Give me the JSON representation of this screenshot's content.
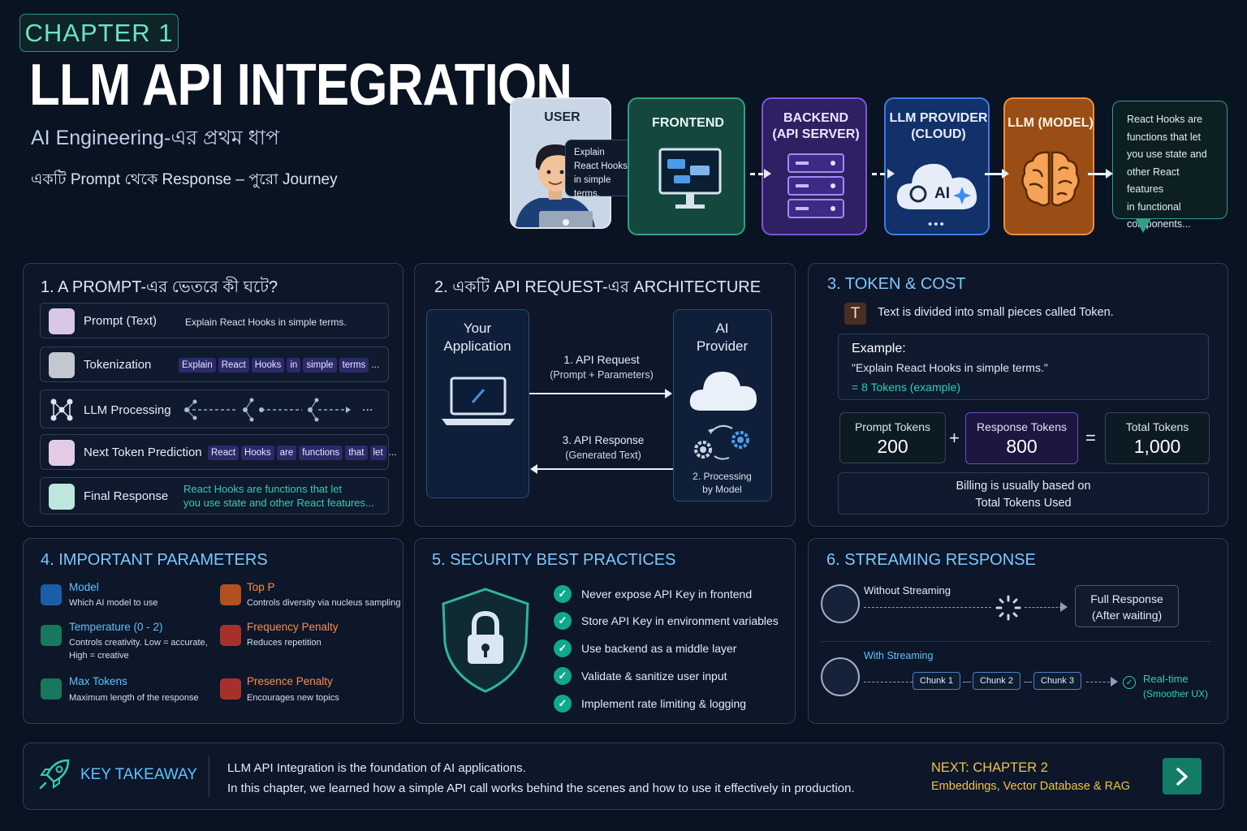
{
  "header": {
    "chapter": "CHAPTER 1",
    "title": "LLM API INTEGRATION",
    "subtitle": "AI Engineering-এর প্রথম ধাপ",
    "tagline": "একটি Prompt থেকে Response – পুরো Journey"
  },
  "flow": {
    "user_label": "USER",
    "user_bubble": [
      "Explain",
      "React Hooks",
      "in simple terms."
    ],
    "frontend_label": "FRONTEND",
    "backend_label": [
      "BACKEND",
      "(API SERVER)"
    ],
    "provider_label": [
      "LLM PROVIDER",
      "(CLOUD)"
    ],
    "provider_ai": "AI",
    "model_label": "LLM (MODEL)",
    "response_bubble": [
      "React Hooks are",
      "functions that let",
      "you use state and",
      "other React features",
      "in functional",
      "components..."
    ],
    "colors": {
      "frontend": "#1f8a6a",
      "backend": "#6b43c7",
      "provider": "#2f6bd0",
      "model": "#e07a2a"
    }
  },
  "panel1": {
    "title": "1.  A PROMPT-এর ভেতরে কী ঘটে?",
    "rows": [
      {
        "label": "Prompt (Text)",
        "text": "Explain React Hooks in simple terms."
      },
      {
        "label": "Tokenization",
        "chips": [
          "Explain",
          "React",
          "Hooks",
          "in",
          "simple",
          "terms",
          "..."
        ]
      },
      {
        "label": "LLM Processing",
        "more": "..."
      },
      {
        "label": "Next Token Prediction",
        "chips": [
          "React",
          "Hooks",
          "are",
          "functions",
          "that",
          "let",
          "..."
        ]
      },
      {
        "label": "Final Response",
        "text": [
          "React Hooks are functions that let",
          "you use state and other React features..."
        ]
      }
    ]
  },
  "panel2": {
    "title": "2. একটি API REQUEST-এর ARCHITECTURE",
    "app": [
      "Your",
      "Application"
    ],
    "provider": [
      "AI",
      "Provider"
    ],
    "request": [
      "1. API Request",
      "(Prompt + Parameters)"
    ],
    "response": [
      "3. API Response",
      "(Generated Text)"
    ],
    "processing": [
      "2. Processing",
      "by Model"
    ]
  },
  "panel3": {
    "title": "3. TOKEN & COST",
    "icon_letter": "T",
    "intro": "Text is divided into small pieces called Token.",
    "example_label": "Example:",
    "example_text": "\"Explain React Hooks in simple terms.\"",
    "example_result": "= 8 Tokens (example)",
    "prompt_tokens": {
      "label": "Prompt Tokens",
      "value": "200"
    },
    "plus": "+",
    "response_tokens": {
      "label": "Response Tokens",
      "value": "800"
    },
    "equals": "=",
    "total_tokens": {
      "label": "Total Tokens",
      "value": "1,000"
    },
    "billing": [
      "Billing is usually based on",
      "Total Tokens Used"
    ]
  },
  "panel4": {
    "title": "4. IMPORTANT PARAMETERS",
    "params": [
      {
        "name": "Model",
        "desc": "Which AI model to use"
      },
      {
        "name": "Top P",
        "desc": "Controls diversity via nucleus sampling"
      },
      {
        "name": "Temperature (0 - 2)",
        "desc": [
          "Controls creativity. Low = accurate,",
          "High = creative"
        ]
      },
      {
        "name": "Frequency Penalty",
        "desc": "Reduces repetition"
      },
      {
        "name": "Max Tokens",
        "desc": "Maximum length of the response"
      },
      {
        "name": "Presence Penalty",
        "desc": "Encourages new topics"
      }
    ]
  },
  "panel5": {
    "title": "5. SECURITY BEST PRACTICES",
    "items": [
      "Never expose API Key in frontend",
      "Store API Key in environment variables",
      "Use backend as a middle layer",
      "Validate & sanitize user input",
      "Implement rate limiting & logging"
    ]
  },
  "panel6": {
    "title": "6. STREAMING RESPONSE",
    "without": "Without Streaming",
    "full_response": [
      "Full Response",
      "(After waiting)"
    ],
    "with": "With Streaming",
    "chunks": [
      "Chunk 1",
      "Chunk 2",
      "Chunk 3"
    ],
    "realtime": [
      "Real-time",
      "(Smoother UX)"
    ]
  },
  "footer": {
    "takeaway_label": "KEY TAKEAWAY",
    "line1": "LLM API Integration is the foundation of AI applications.",
    "line2": "In this chapter, we learned how a simple API call works behind the scenes and how to use it effectively in production.",
    "next_label": "NEXT: CHAPTER 2",
    "next_topic": "Embeddings, Vector Database & RAG"
  }
}
